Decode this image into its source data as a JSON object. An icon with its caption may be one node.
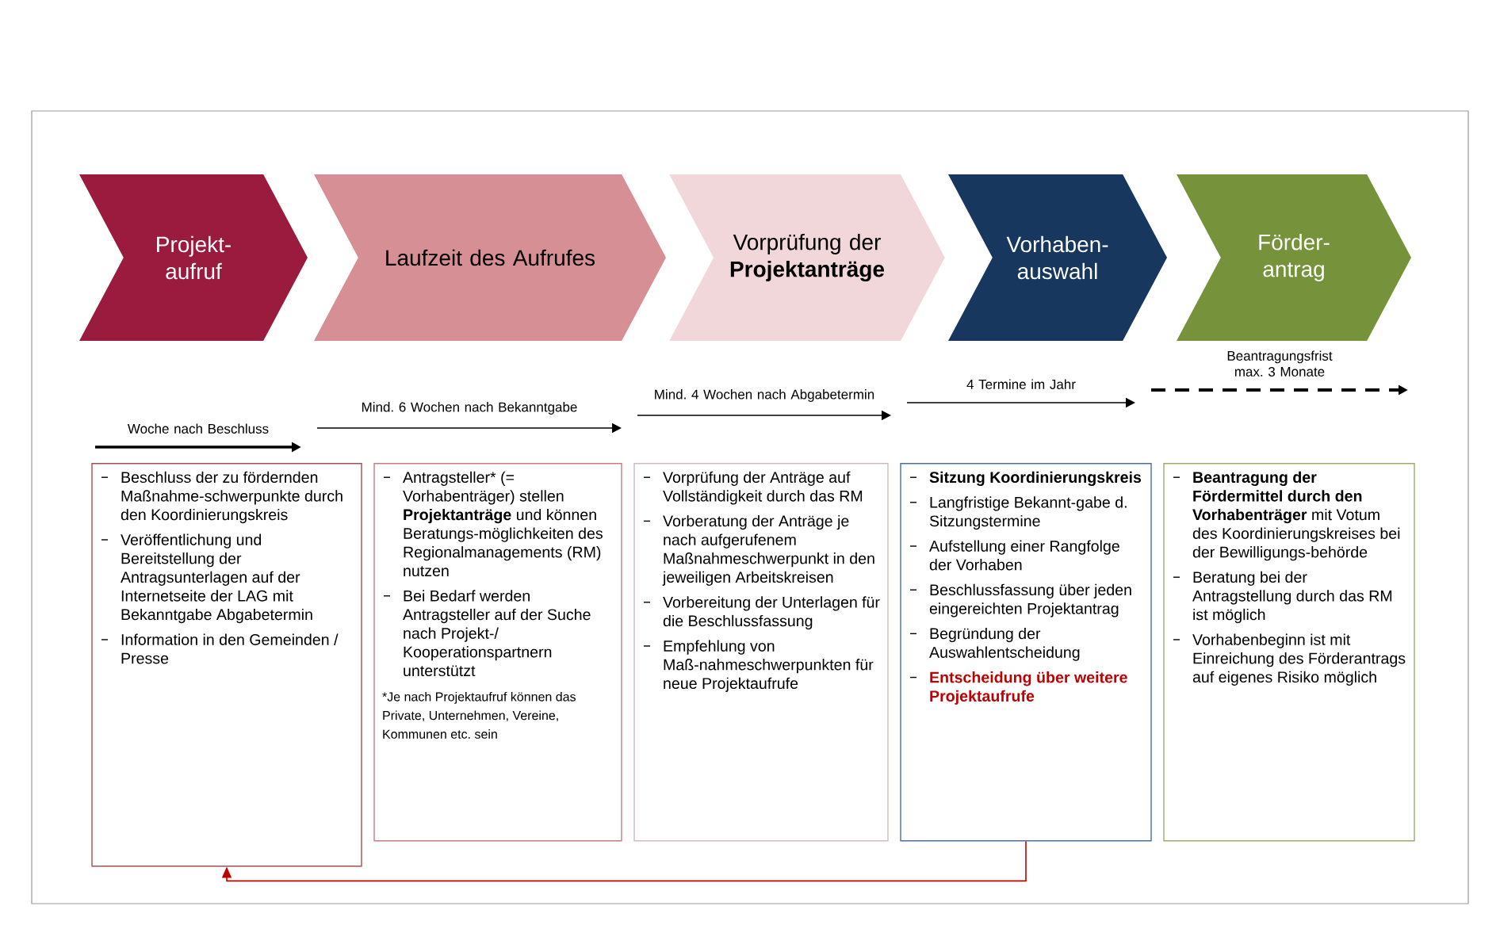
{
  "diagram": {
    "nodes": [
      {
        "text": [
          "Projekt-aufruf"
        ]
      },
      {
        "text": [
          "Laufzeit des Aufrufes"
        ]
      },
      {
        "text": [
          "Vorprüfung der **Projektanträge**"
        ]
      },
      {
        "text": [
          "Vorhaben-auswahl"
        ]
      },
      {
        "text": [
          "Förder-antrag"
        ]
      },
      {
        "text": [
          "Beschluss der zu fördernden Maßnahme-schwerpunkte durch den Koordinierungskreis",
          "Veröffentlichung und Bereitstellung der Antragsunterlagen auf der Internetseite der LAG mit Bekanntgabe Abgabetermin",
          "Information in den Gemeinden / Presse"
        ]
      },
      {
        "text": [
          "Antragsteller* (= Vorhabenträger) stellen **Projektanträge** und können Beratungs-möglichkeiten des Regionalmanagements (RM) nutzen",
          "Bei Bedarf werden Antragsteller auf der Suche nach Projekt-/ Kooperationspartnern unterstützt",
          "*Je nach Projektaufruf können das Private, Unternehmen, Vereine, Kommunen etc. sein"
        ]
      },
      {
        "text": [
          "Vorprüfung der Anträge auf Vollständigkeit durch das RM",
          "Vorberatung der Anträge je nach aufgerufenem Maßnahmeschwerpunkt in den jeweiligen Arbeitskreisen",
          "Vorbereitung der Unterlagen für die Beschlussfassung",
          "Empfehlung von Maß-nahmeschwerpunkten für neue Projektaufrufe"
        ]
      },
      {
        "text": [
          "Sitzung Koordinierungskreis",
          "Langfristige Bekannt-gabe d. Sitzungstermine",
          "Aufstellung einer Rangfolge der Vorhaben",
          "Beschlussfassung über jeden eingereichten Projektantrag",
          "Begründung der Auswahlentscheidung",
          "Entscheidung über weitere Projektaufrufe"
        ]
      },
      {
        "text": [
          "**Beantragung der Fördermittel durch den Vorhabenträger** mit Votum des Koordinierungskreises bei der Bewilligungs-behörde",
          "Beratung bei der Antragstellung durch das RM ist möglich",
          "Vorhabenbeginn ist mit Einreichung des Förderantrags auf eigenes Risiko möglich"
        ]
      }
    ],
    "edges": [
      {
        "from": 8,
        "to": 5,
        "arrow": "to",
        "color": "#c00000"
      }
    ],
    "labels": [
      "Woche nach Beschluss",
      "Mind. 6 Wochen nach Bekanntgabe",
      "Mind. 4 Wochen nach Abgabetermin",
      "4 Termine im Jahr",
      "Beantragungsfrist max. 3 Monate"
    ]
  }
}
